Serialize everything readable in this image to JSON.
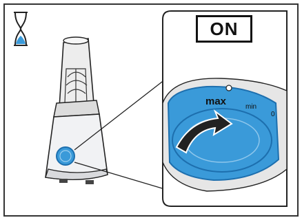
{
  "badge": {
    "label": "ON"
  },
  "dial": {
    "label_max": "max",
    "label_min": "min",
    "label_zero": "0"
  },
  "icons": {
    "timer": "hourglass-icon",
    "rotation": "curved-arrow-icon"
  },
  "colors": {
    "accent": "#3a9ad9",
    "accent_dark": "#1d6fae",
    "line": "#222222",
    "panel_bg": "#e6e6e6"
  }
}
